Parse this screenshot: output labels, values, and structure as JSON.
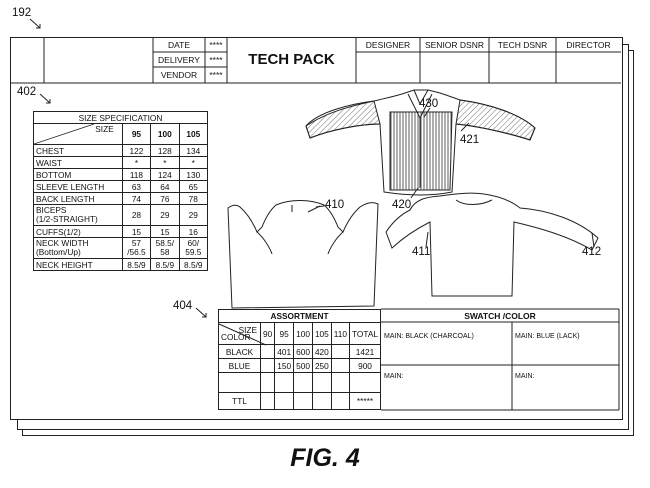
{
  "figure": {
    "ref": "192",
    "caption": "FIG. 4"
  },
  "header": {
    "fields": [
      {
        "label": "DATE",
        "value": "****"
      },
      {
        "label": "DELIVERY",
        "value": "****"
      },
      {
        "label": "VENDOR",
        "value": "****"
      }
    ],
    "title": "TECH PACK",
    "roles": [
      "DESIGNER",
      "SENIOR DSNR",
      "TECH DSNR",
      "DIRECTOR"
    ]
  },
  "size_spec": {
    "ref": "402",
    "title": "SIZE SPECIFICATION",
    "size_label": "SIZE",
    "sizes": [
      "95",
      "100",
      "105"
    ],
    "rows": [
      {
        "label": "CHEST",
        "values": [
          "122",
          "128",
          "134"
        ]
      },
      {
        "label": "WAIST",
        "values": [
          "*",
          "*",
          "*"
        ]
      },
      {
        "label": "BOTTOM",
        "values": [
          "118",
          "124",
          "130"
        ]
      },
      {
        "label": "SLEEVE LENGTH",
        "values": [
          "63",
          "64",
          "65"
        ]
      },
      {
        "label": "BACK LENGTH",
        "values": [
          "74",
          "76",
          "78"
        ]
      },
      {
        "label_line1": "BICEPS",
        "label_line2": "(1/2-STRAIGHT)",
        "values": [
          "28",
          "29",
          "29"
        ]
      },
      {
        "label": "CUFFS(1/2)",
        "values": [
          "15",
          "15",
          "16"
        ]
      },
      {
        "label_line1": "NECK WIDTH",
        "label_line2": "(Bottom/Up)",
        "values": [
          [
            "57",
            "/56.5"
          ],
          [
            "58.5/",
            "58"
          ],
          [
            "60/",
            "59.5"
          ]
        ]
      },
      {
        "label": "NECK HEIGHT",
        "values": [
          "8.5/9",
          "8.5/9",
          "8.5/9"
        ]
      }
    ]
  },
  "callouts": {
    "front_view": "430",
    "shoulder_panel": "421",
    "body_panel": "420",
    "collar_flat": "410",
    "back_left": "411",
    "back_right": "412"
  },
  "assortment": {
    "ref": "404",
    "title": "ASSORTMENT",
    "size_label": "SIZE",
    "color_label": "COLOR",
    "sizes": [
      "90",
      "95",
      "100",
      "105",
      "110"
    ],
    "total_label": "TOTAL",
    "rows": [
      {
        "color": "BLACK",
        "values": [
          "",
          "401",
          "600",
          "420",
          ""
        ],
        "total": "1421"
      },
      {
        "color": "BLUE",
        "values": [
          "",
          "150",
          "500",
          "250",
          ""
        ],
        "total": "900"
      }
    ],
    "ttl_label": "TTL",
    "ttl_value": "*****"
  },
  "swatch": {
    "title": "SWATCH /COLOR",
    "cells": [
      "MAIN: BLACK (CHARCOAL)",
      "MAIN: BLUE (LACK)",
      "MAIN:",
      "MAIN:"
    ]
  }
}
